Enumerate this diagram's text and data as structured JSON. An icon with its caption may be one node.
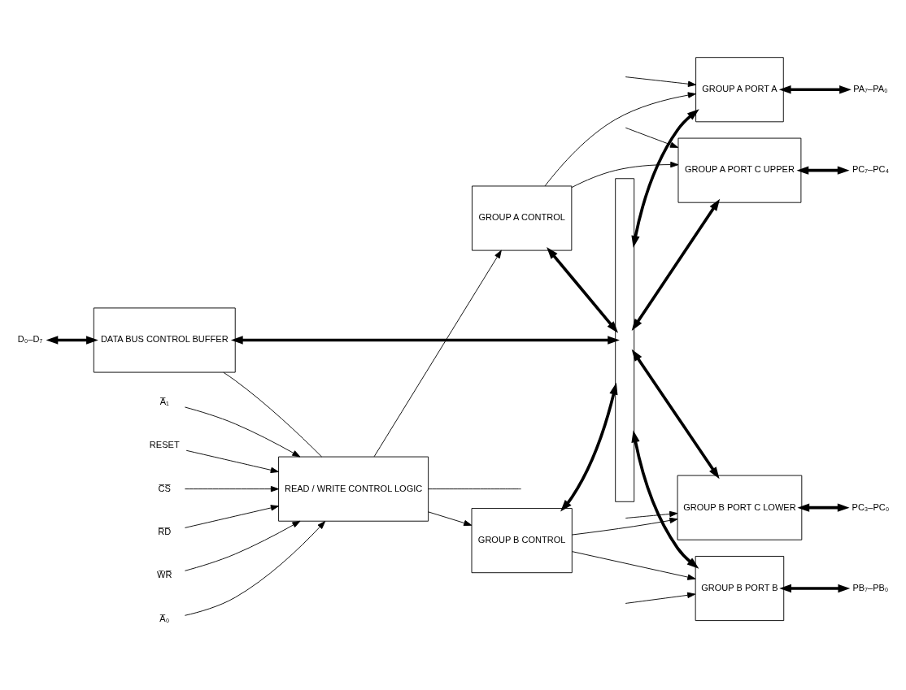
{
  "diagram": {
    "nodes": [
      {
        "text": [
          "D₀–D₇"
        ]
      },
      {
        "text": [
          "DATA BUS CONTROL BUFFER"
        ]
      },
      {
        "text": [
          "R̅D̅"
        ]
      },
      {
        "text": [
          "W̅R̅"
        ]
      },
      {
        "text": [
          "A̅₀"
        ]
      },
      {
        "text": [
          "A̅₁"
        ]
      },
      {
        "text": [
          "RESET"
        ]
      },
      {
        "text": [
          "C̅S̅"
        ]
      },
      {
        "text": [
          "READ / WRITE CONTROL LOGIC"
        ]
      },
      {
        "text": [
          "GROUP A CONTROL"
        ]
      },
      {
        "text": [
          "GROUP B CONTROL"
        ]
      },
      {
        "text": [],
        "shape": "bar"
      },
      {
        "text": [
          "GROUP A PORT A"
        ]
      },
      {
        "text": [
          "GROUP A PORT C UPPER"
        ]
      },
      {
        "text": [
          "GROUP B PORT C LOWER"
        ]
      },
      {
        "text": [
          "GROUP B PORT B"
        ]
      },
      {
        "text": [
          "PA₇–PA₀"
        ]
      },
      {
        "text": [
          "PC₇–PC₄"
        ]
      },
      {
        "text": [
          "PC₃–PC₀"
        ]
      },
      {
        "text": [
          "PB₇–PB₀"
        ]
      }
    ],
    "edges": [
      {
        "from": 0,
        "to": 1,
        "arrow": "both",
        "style": "thick"
      },
      {
        "from": 1,
        "to": 11,
        "arrow": "both",
        "style": "thick"
      },
      {
        "from": 1,
        "to": 8,
        "arrow": "none"
      },
      {
        "from": 2,
        "to": 8,
        "arrow": "to"
      },
      {
        "from": 3,
        "to": 8,
        "arrow": "to"
      },
      {
        "from": 4,
        "to": 8,
        "arrow": "to"
      },
      {
        "from": 5,
        "to": 8,
        "arrow": "to"
      },
      {
        "from": 6,
        "to": 8,
        "arrow": "to"
      },
      {
        "from": 7,
        "to": 8,
        "arrow": "to"
      },
      {
        "from": 8,
        "to": null,
        "arrow": "none"
      },
      {
        "from": 8,
        "to": 9,
        "arrow": "to"
      },
      {
        "from": 8,
        "to": 10,
        "arrow": "to"
      },
      {
        "from": 9,
        "to": 11,
        "arrow": "both",
        "style": "thick"
      },
      {
        "from": 10,
        "to": 11,
        "arrow": "both",
        "style": "thick"
      },
      {
        "from": 9,
        "to": 12,
        "arrow": "to"
      },
      {
        "from": 9,
        "to": 13,
        "arrow": "to"
      },
      {
        "from": 10,
        "to": 14,
        "arrow": "to"
      },
      {
        "from": 10,
        "to": 15,
        "arrow": "to"
      },
      {
        "from": 11,
        "to": 12,
        "arrow": "both",
        "style": "thick"
      },
      {
        "from": 11,
        "to": 13,
        "arrow": "both",
        "style": "thick"
      },
      {
        "from": 11,
        "to": 14,
        "arrow": "both",
        "style": "thick"
      },
      {
        "from": 11,
        "to": 15,
        "arrow": "both",
        "style": "thick"
      },
      {
        "from": 12,
        "to": 16,
        "arrow": "both",
        "style": "thick"
      },
      {
        "from": 13,
        "to": 17,
        "arrow": "both",
        "style": "thick"
      },
      {
        "from": 14,
        "to": 18,
        "arrow": "both",
        "style": "thick"
      },
      {
        "from": 15,
        "to": 19,
        "arrow": "both",
        "style": "thick"
      },
      {
        "from": null,
        "to": 12,
        "arrow": "to"
      },
      {
        "from": null,
        "to": 13,
        "arrow": "to"
      },
      {
        "from": null,
        "to": 14,
        "arrow": "to"
      },
      {
        "from": null,
        "to": 15,
        "arrow": "to"
      }
    ]
  }
}
